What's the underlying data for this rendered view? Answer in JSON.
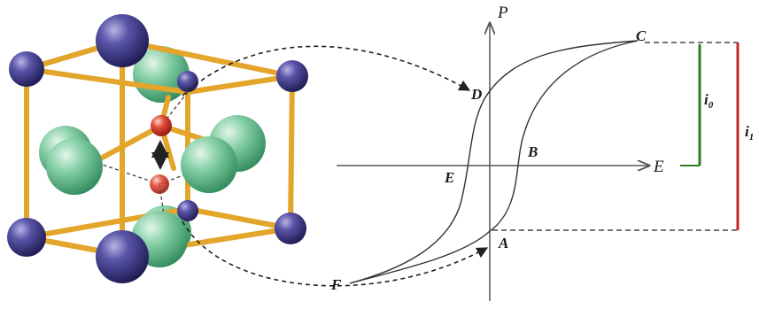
{
  "axes": {
    "y_label": "P",
    "x_label": "E"
  },
  "points": {
    "A": "A",
    "B": "B",
    "C": "C",
    "D": "D",
    "E": "E",
    "F": "F"
  },
  "brackets": {
    "i0": {
      "main": "i",
      "sub": "0",
      "color": "#2e7d1f"
    },
    "i1": {
      "main": "i",
      "sub": "1",
      "color": "#c0282a"
    }
  },
  "colors": {
    "frame": "#f2b431",
    "corner_atom": "#3a3685",
    "oxygen_atom": "#6fbf93",
    "center_atom": "#d23a2a",
    "curve": "#333333"
  }
}
